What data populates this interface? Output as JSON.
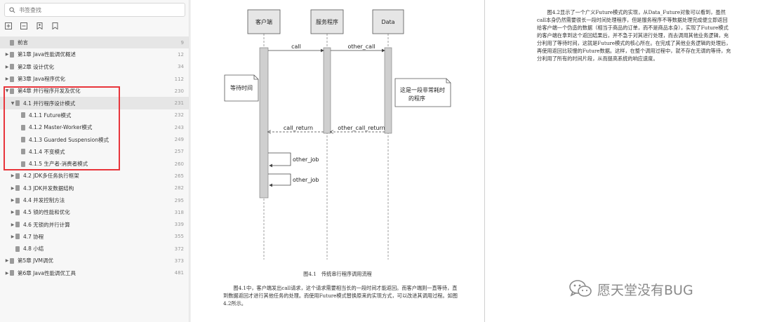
{
  "search": {
    "placeholder": "书签查找"
  },
  "toc": [
    {
      "label": "前言",
      "page": "9",
      "level": 0,
      "arrow": false,
      "active": true
    },
    {
      "label": "第1章 Java性能调优概述",
      "page": "12",
      "level": 0,
      "arrow": "right"
    },
    {
      "label": "第2章 设计优化",
      "page": "34",
      "level": 0,
      "arrow": "right"
    },
    {
      "label": "第3章 Java程序优化",
      "page": "112",
      "level": 0,
      "arrow": "right"
    },
    {
      "label": "第4章 并行程序开发及优化",
      "page": "230",
      "level": 0,
      "arrow": "down"
    },
    {
      "label": "4.1 并行程序设计模式",
      "page": "231",
      "level": 1,
      "arrow": "down",
      "active": true
    },
    {
      "label": "4.1.1 Future模式",
      "page": "232",
      "level": 2,
      "arrow": false
    },
    {
      "label": "4.1.2 Master-Worker模式",
      "page": "243",
      "level": 2,
      "arrow": false
    },
    {
      "label": "4.1.3 Guarded Suspension模式",
      "page": "249",
      "level": 2,
      "arrow": false
    },
    {
      "label": "4.1.4 不变模式",
      "page": "257",
      "level": 2,
      "arrow": false
    },
    {
      "label": "4.1.5 生产者-消费者模式",
      "page": "260",
      "level": 2,
      "arrow": false
    },
    {
      "label": "4.2 JDK多任务执行框架",
      "page": "265",
      "level": 1,
      "arrow": "right"
    },
    {
      "label": "4.3 JDK并发数据结构",
      "page": "282",
      "level": 1,
      "arrow": "right"
    },
    {
      "label": "4.4 并发控制方法",
      "page": "295",
      "level": 1,
      "arrow": "right"
    },
    {
      "label": "4.5 锁的性能和优化",
      "page": "318",
      "level": 1,
      "arrow": "right"
    },
    {
      "label": "4.6 无锁的并行计算",
      "page": "339",
      "level": 1,
      "arrow": "right"
    },
    {
      "label": "4.7 协程",
      "page": "355",
      "level": 1,
      "arrow": "right"
    },
    {
      "label": "4.8 小结",
      "page": "372",
      "level": 1,
      "arrow": false
    },
    {
      "label": "第5章 JVM调优",
      "page": "373",
      "level": 0,
      "arrow": "right"
    },
    {
      "label": "第6章 Java性能调优工具",
      "page": "481",
      "level": 0,
      "arrow": "right"
    }
  ],
  "diagram": {
    "actors": [
      "客户端",
      "服务程序",
      "Data"
    ],
    "messages": {
      "call": "call",
      "other_call": "other_call",
      "call_return": "call_return",
      "other_call_return": "other_call_return",
      "other_job_1": "other_job",
      "other_job_2": "other_job"
    },
    "notes": {
      "left": "等待时间",
      "right_line1": "这是一段非常耗时",
      "right_line2": "的程序"
    }
  },
  "page1": {
    "fig_caption": "图4.1　传统串行程序调用流程",
    "paragraph": "图4.1中，客户端发出call请求，这个请求需要相当长的一段时间才能返回。而客户端则一直等待，直到数据返回才进行其他任务的处理。而使用Future模式替换原来的实现方式，可以改进其调用过程。如图4.2所示。"
  },
  "page2": {
    "paragraph": "图4.2显示了一个广义Future模式的实现，从Data_Future对象可以看到，虽然call本身仍然需要很长一段时间处理程序，但是服务程序不等数据处理完成便立即返回给客户端一个伪造的数据（相当于商品的订单，而不是商品本身），实现了Future模式的客户端在拿到这个返回结果后，并不急于对其进行处理，而去调用其他业务逻辑，充分利用了等待时间，这就是Future模式的核心所在。在完成了其他业务逻辑的处理后，再使用返回比较慢的Future数据。这样，在整个调用过程中，就不存在无谓的等待，充分利用了所有的时间片段，从而提高系统的响应速度。"
  },
  "watermark": {
    "text": "愿天堂没有BUG"
  },
  "colors": {
    "highlight": "#e8353b",
    "lifeline_box": "#e6e6e6",
    "activation": "#cfcfcf"
  }
}
